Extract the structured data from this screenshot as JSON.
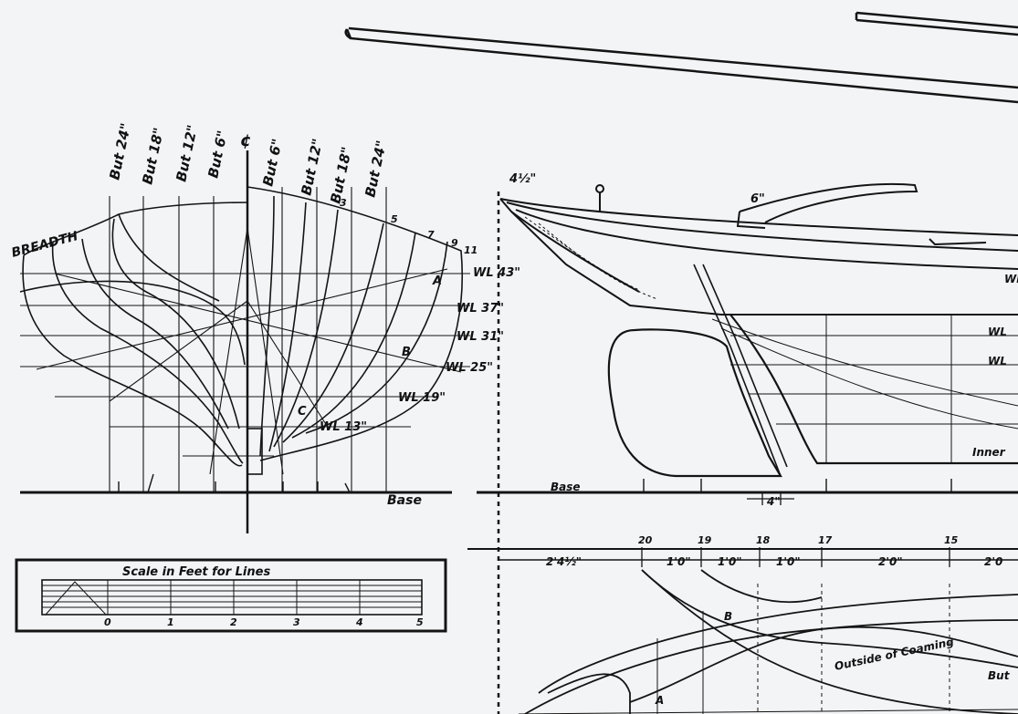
{
  "body_plan": {
    "buttock_labels": [
      "But 24\"",
      "But 18\"",
      "But 12\"",
      "But 6\"",
      "But 6\"",
      "But 12\"",
      "But 18\"",
      "But 24\""
    ],
    "centerline_mark": "¢",
    "breadth_label": "BREADTH",
    "waterlines": [
      "WL 43\"",
      "WL 37\"",
      "WL 31\"",
      "WL 25\"",
      "WL 19\"",
      "WL 13\""
    ],
    "station_numbers": [
      "3",
      "5",
      "7",
      "9",
      "11"
    ],
    "diagonal_letters": [
      "A",
      "B",
      "C"
    ],
    "base_label": "Base"
  },
  "profile": {
    "bow_dim": "4½\"",
    "coaming_dim": "6\"",
    "waterlines": [
      "WL",
      "WL",
      "WL"
    ],
    "inner_label": "Inner",
    "base_label": "Base",
    "keel_dim": "4\""
  },
  "scale_bar": {
    "title": "Scale in Feet for Lines",
    "ticks": [
      "0",
      "1",
      "2",
      "3",
      "4",
      "5"
    ]
  },
  "half_breadth": {
    "station_numbers": [
      "20",
      "19",
      "18",
      "17",
      "15"
    ],
    "spacings": [
      "2'4½\"",
      "1'0\"",
      "1'0\"",
      "1'0\"",
      "2'0\"",
      "2'0"
    ],
    "coaming_label": "Outside of Coaming",
    "buttock_label": "But",
    "diagonal_letters": [
      "B",
      "A"
    ]
  },
  "colors": {
    "ink": "#141414",
    "paper": "#f3f4f6"
  }
}
